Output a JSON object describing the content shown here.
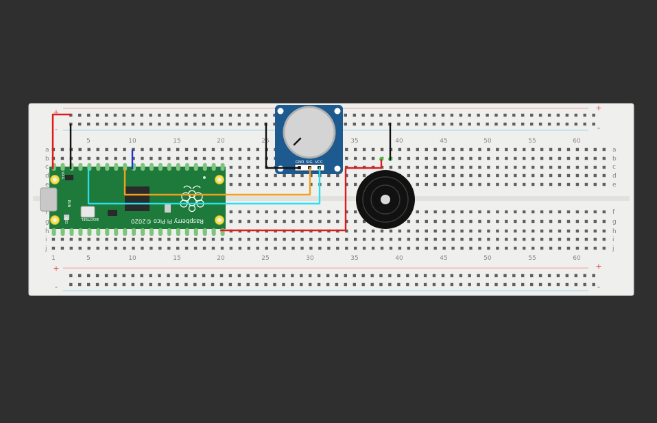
{
  "breadboard": {
    "rail_plus": "+",
    "rail_minus": "-",
    "row_letters_top": [
      "a",
      "b",
      "c",
      "d",
      "e"
    ],
    "row_letters_bottom": [
      "f",
      "g",
      "h",
      "i",
      "j"
    ],
    "column_numbers": [
      "1",
      "5",
      "10",
      "15",
      "20",
      "25",
      "30",
      "35",
      "40",
      "45",
      "50",
      "55",
      "60"
    ]
  },
  "pico": {
    "silk_text": "Raspberry Pi Pico ©2020",
    "bootsel_label": "BOOTSEL",
    "pin_label_run": "RUN",
    "pin_label_vbus": "VBUS",
    "pin_label_led": "LED",
    "board_color": "#1d7a3a"
  },
  "potentiometer": {
    "pin_gnd": "GND",
    "pin_sig": "SIG",
    "pin_vcc": "VCC",
    "board_color": "#1c5a8f"
  },
  "wire_colors": {
    "red": "#e01b1b",
    "black": "#111111",
    "orange": "#f0a020",
    "cyan": "#26e0f0",
    "blue": "#1a2fd8"
  }
}
